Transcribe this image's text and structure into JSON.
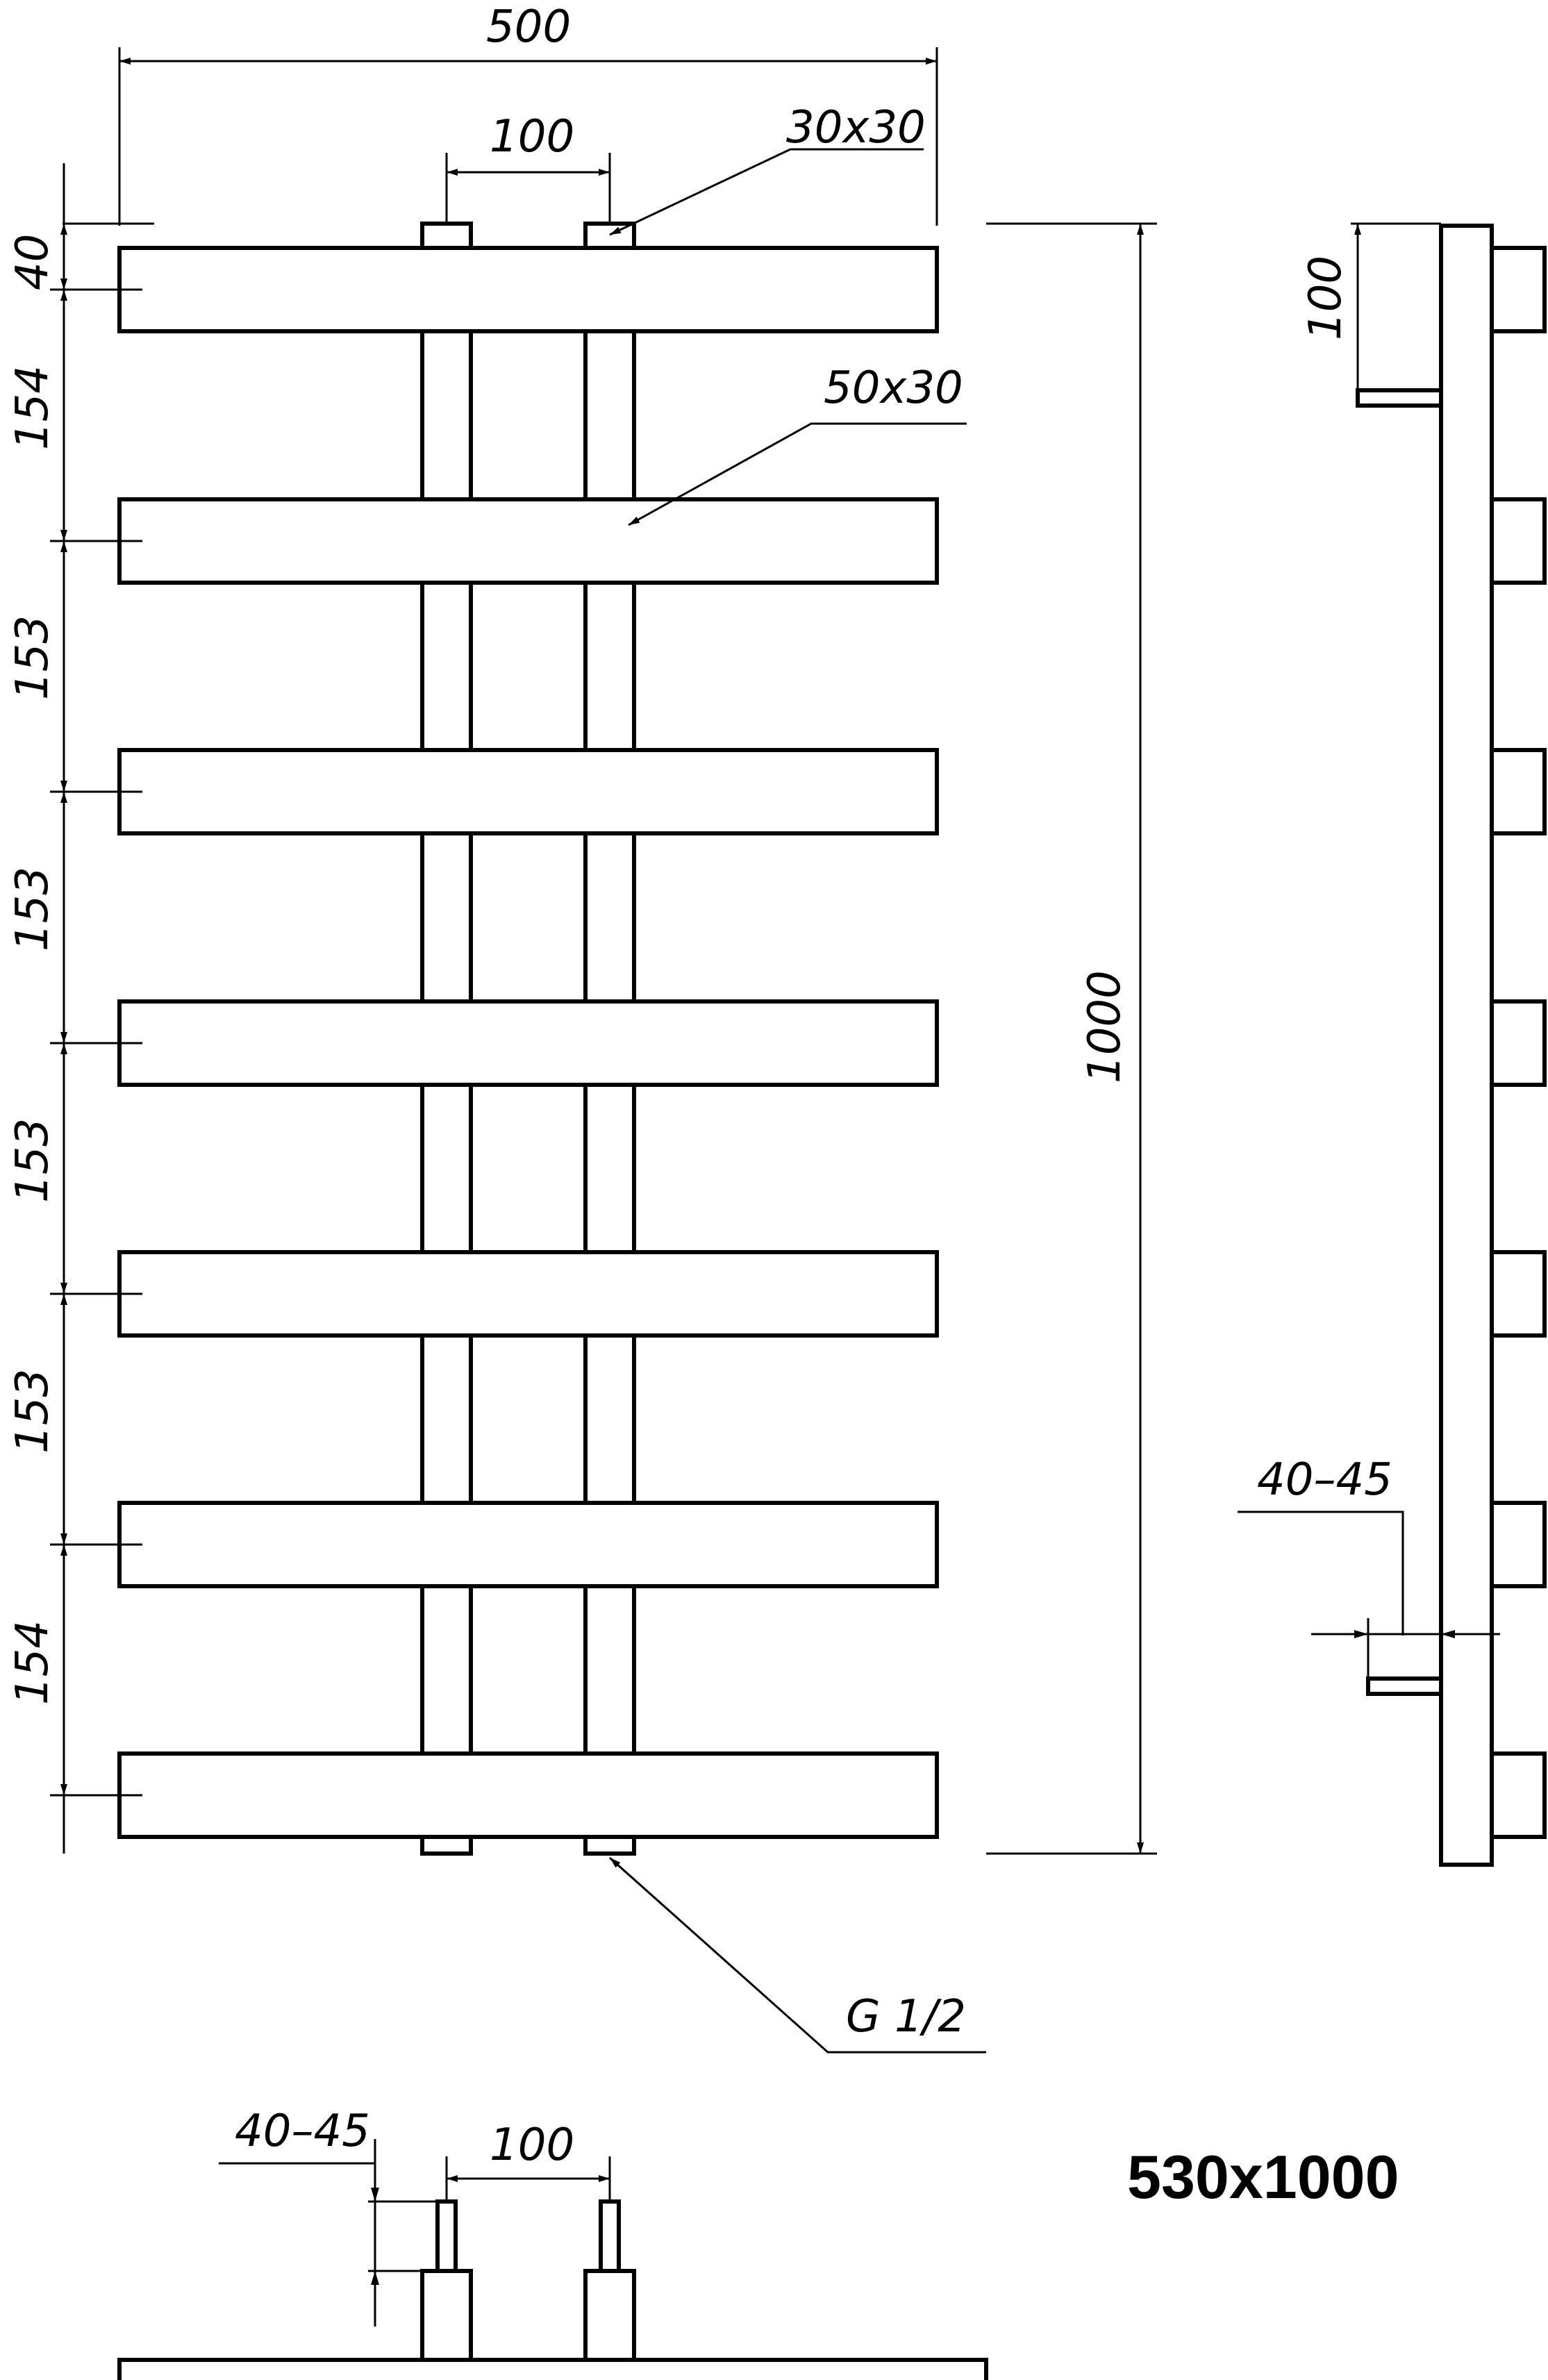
{
  "model_label": "530x1000",
  "dimensions": {
    "width_total": "500",
    "riser_spacing_top": "100",
    "riser_profile": "30x30",
    "bar_profile": "50x30",
    "height_total": "1000",
    "top_offset": "40",
    "gaps": [
      "154",
      "153",
      "153",
      "153",
      "153",
      "154"
    ],
    "thread": "G 1/2",
    "side_bracket_drop": "100",
    "side_wall_gap": "40–45",
    "bottom_wall_gap": "40–45",
    "bottom_riser_spacing": "100"
  },
  "colors": {
    "line": "#000000",
    "paper": "#ffffff"
  }
}
